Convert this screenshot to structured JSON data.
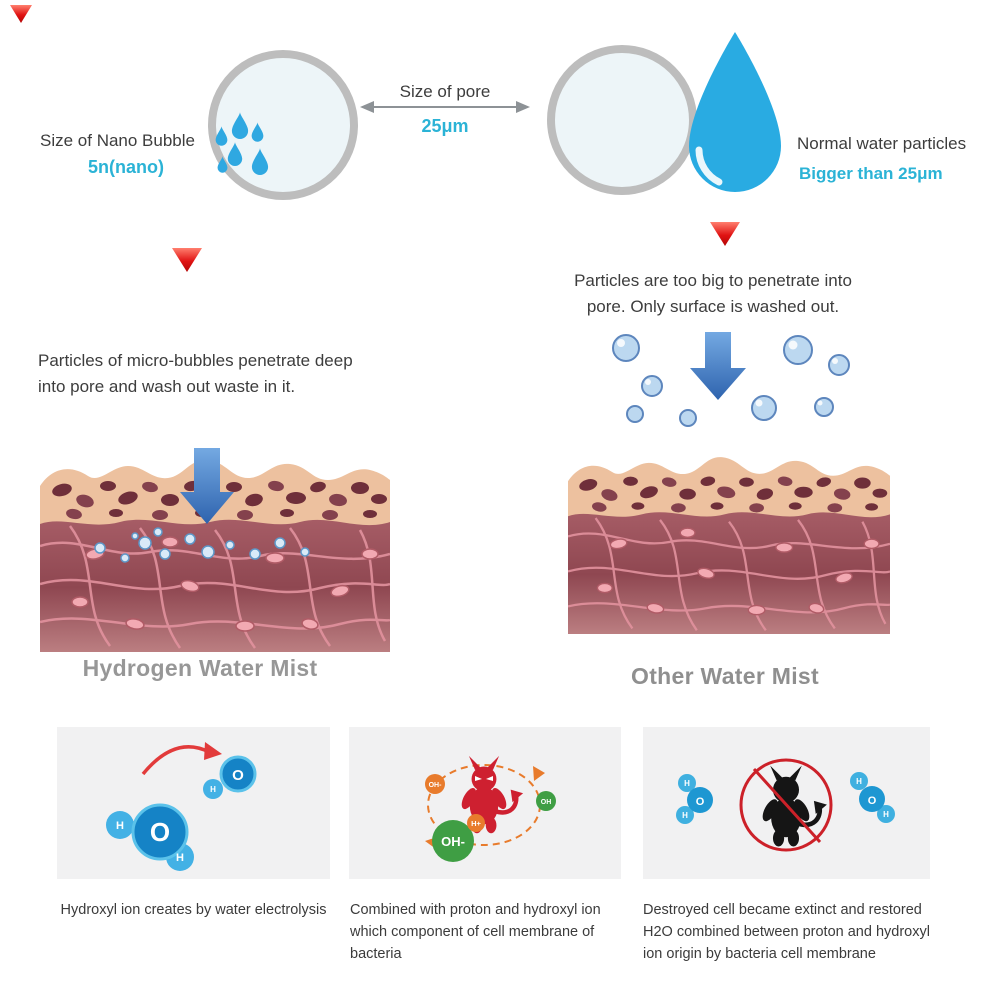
{
  "top_diagram": {
    "nano_bubble": {
      "label": "Size of Nano Bubble",
      "value": "5n(nano)"
    },
    "pore": {
      "label": "Size of pore",
      "value": "25μm"
    },
    "normal_water": {
      "label": "Normal water particles",
      "value": "Bigger than 25μm"
    }
  },
  "notes": {
    "left": "Particles of micro-bubbles penetrate deep into pore and wash out waste in it.",
    "right": "Particles are too big to penetrate into pore. Only surface is washed out."
  },
  "sections": {
    "left_heading": "Hydrogen Water Mist",
    "right_heading": "Other Water Mist"
  },
  "cards": [
    {
      "caption": "Hydroxyl ion creates by water electrolysis"
    },
    {
      "caption": "Combined with proton and hydroxyl ion which component of cell membrane of bacteria"
    },
    {
      "caption": "Destroyed cell became extinct and restored H2O combined between proton and hydroxyl ion origin by bacteria cell membrane"
    }
  ],
  "chem_labels": {
    "o": "O",
    "h": "H",
    "oh": "OH",
    "oh_minus": "OH-",
    "h_plus": "H+"
  },
  "icons": {
    "water_drop": "teardrop shape",
    "nano_bubbles": "cluster of small teardrops",
    "double_arrow": "double-headed horizontal arrow",
    "red_pointer": "red downward triangle",
    "block_arrow_down": "blue block arrow pointing down",
    "devil": "devil silhouette (bacteria cell)",
    "prohibition": "red circle with slash",
    "curved_arrow": "red curved arrow"
  },
  "colors": {
    "accent_cyan": "#2bb3d6",
    "water_blue": "#29abe2",
    "arrow_blue": "#3a76c2",
    "alert_red": "#e01313",
    "heading_gray": "#979797",
    "body_text": "#3d3d3d",
    "card_bg": "#f1f1f2",
    "devil_red": "#ce2030",
    "devil_black": "#151515",
    "green_ion": "#3f9e44",
    "orange_ion": "#e87b2c",
    "skin_tan": "#edc19f",
    "dermis_red": "#8f4751"
  }
}
